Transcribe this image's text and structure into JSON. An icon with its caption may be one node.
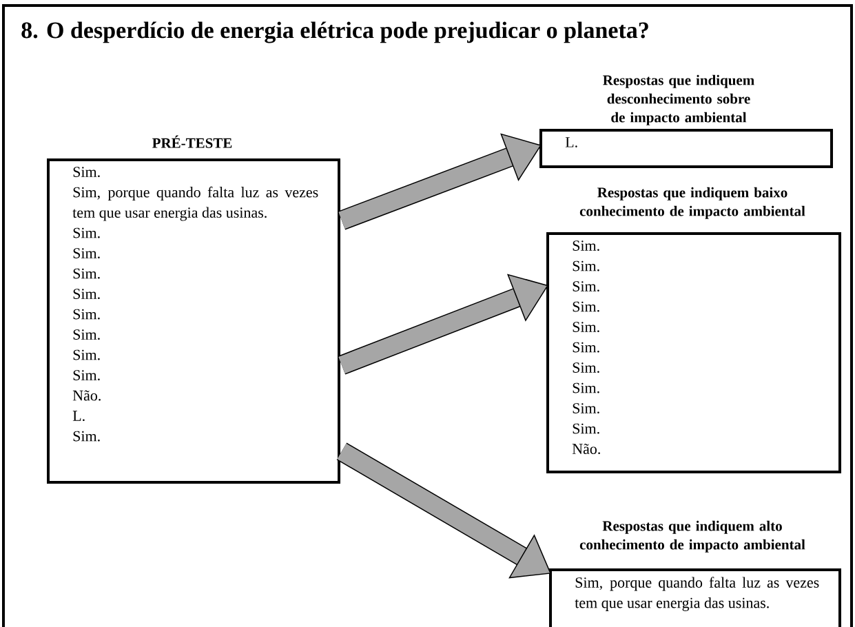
{
  "diagram": {
    "title": "8. O desperdício de energia elétrica pode prejudicar o planeta?",
    "nodes": [
      {
        "text": [
          "PRÉ-TESTE",
          "Sim.",
          "Sim, porque quando falta luz as vezes tem que usar energia das usinas.",
          "Sim.",
          "Sim.",
          "Sim.",
          "Sim.",
          "Sim.",
          "Sim.",
          "Sim.",
          "Sim.",
          "Não.",
          "L.",
          "Sim."
        ]
      },
      {
        "text": [
          "Respostas que indiquem desconhecimento sobre de impacto ambiental",
          "L."
        ]
      },
      {
        "text": [
          "Respostas que indiquem baixo conhecimento de impacto ambiental",
          "Sim.",
          "Sim.",
          "Sim.",
          "Sim.",
          "Sim.",
          "Sim.",
          "Sim.",
          "Sim.",
          "Sim.",
          "Sim.",
          "Não."
        ]
      },
      {
        "text": [
          "Respostas que indiquem alto conhecimento de impacto ambiental",
          "Sim, porque quando falta luz as vezes tem que usar energia das usinas."
        ]
      }
    ],
    "edges": [
      {
        "from": 0,
        "to": 1,
        "arrow": "to"
      },
      {
        "from": 0,
        "to": 2,
        "arrow": "to"
      },
      {
        "from": 0,
        "to": 3,
        "arrow": "to"
      }
    ]
  }
}
